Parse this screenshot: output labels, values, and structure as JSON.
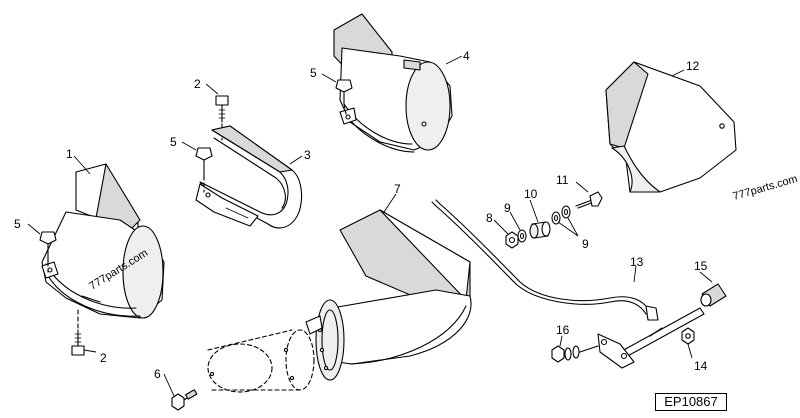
{
  "reference_code": "EP10867",
  "watermarks": [
    "777parts.com",
    "777parts.com"
  ],
  "callouts": {
    "c1": "1",
    "c2_top": "2",
    "c2_bottom": "2",
    "c3": "3",
    "c4": "4",
    "c5_a": "5",
    "c5_b": "5",
    "c5_c": "5",
    "c6": "6",
    "c7": "7",
    "c8": "8",
    "c9_a": "9",
    "c9_b": "9",
    "c10": "10",
    "c11": "11",
    "c12": "12",
    "c13": "13",
    "c14": "14",
    "c15": "15",
    "c16": "16"
  }
}
